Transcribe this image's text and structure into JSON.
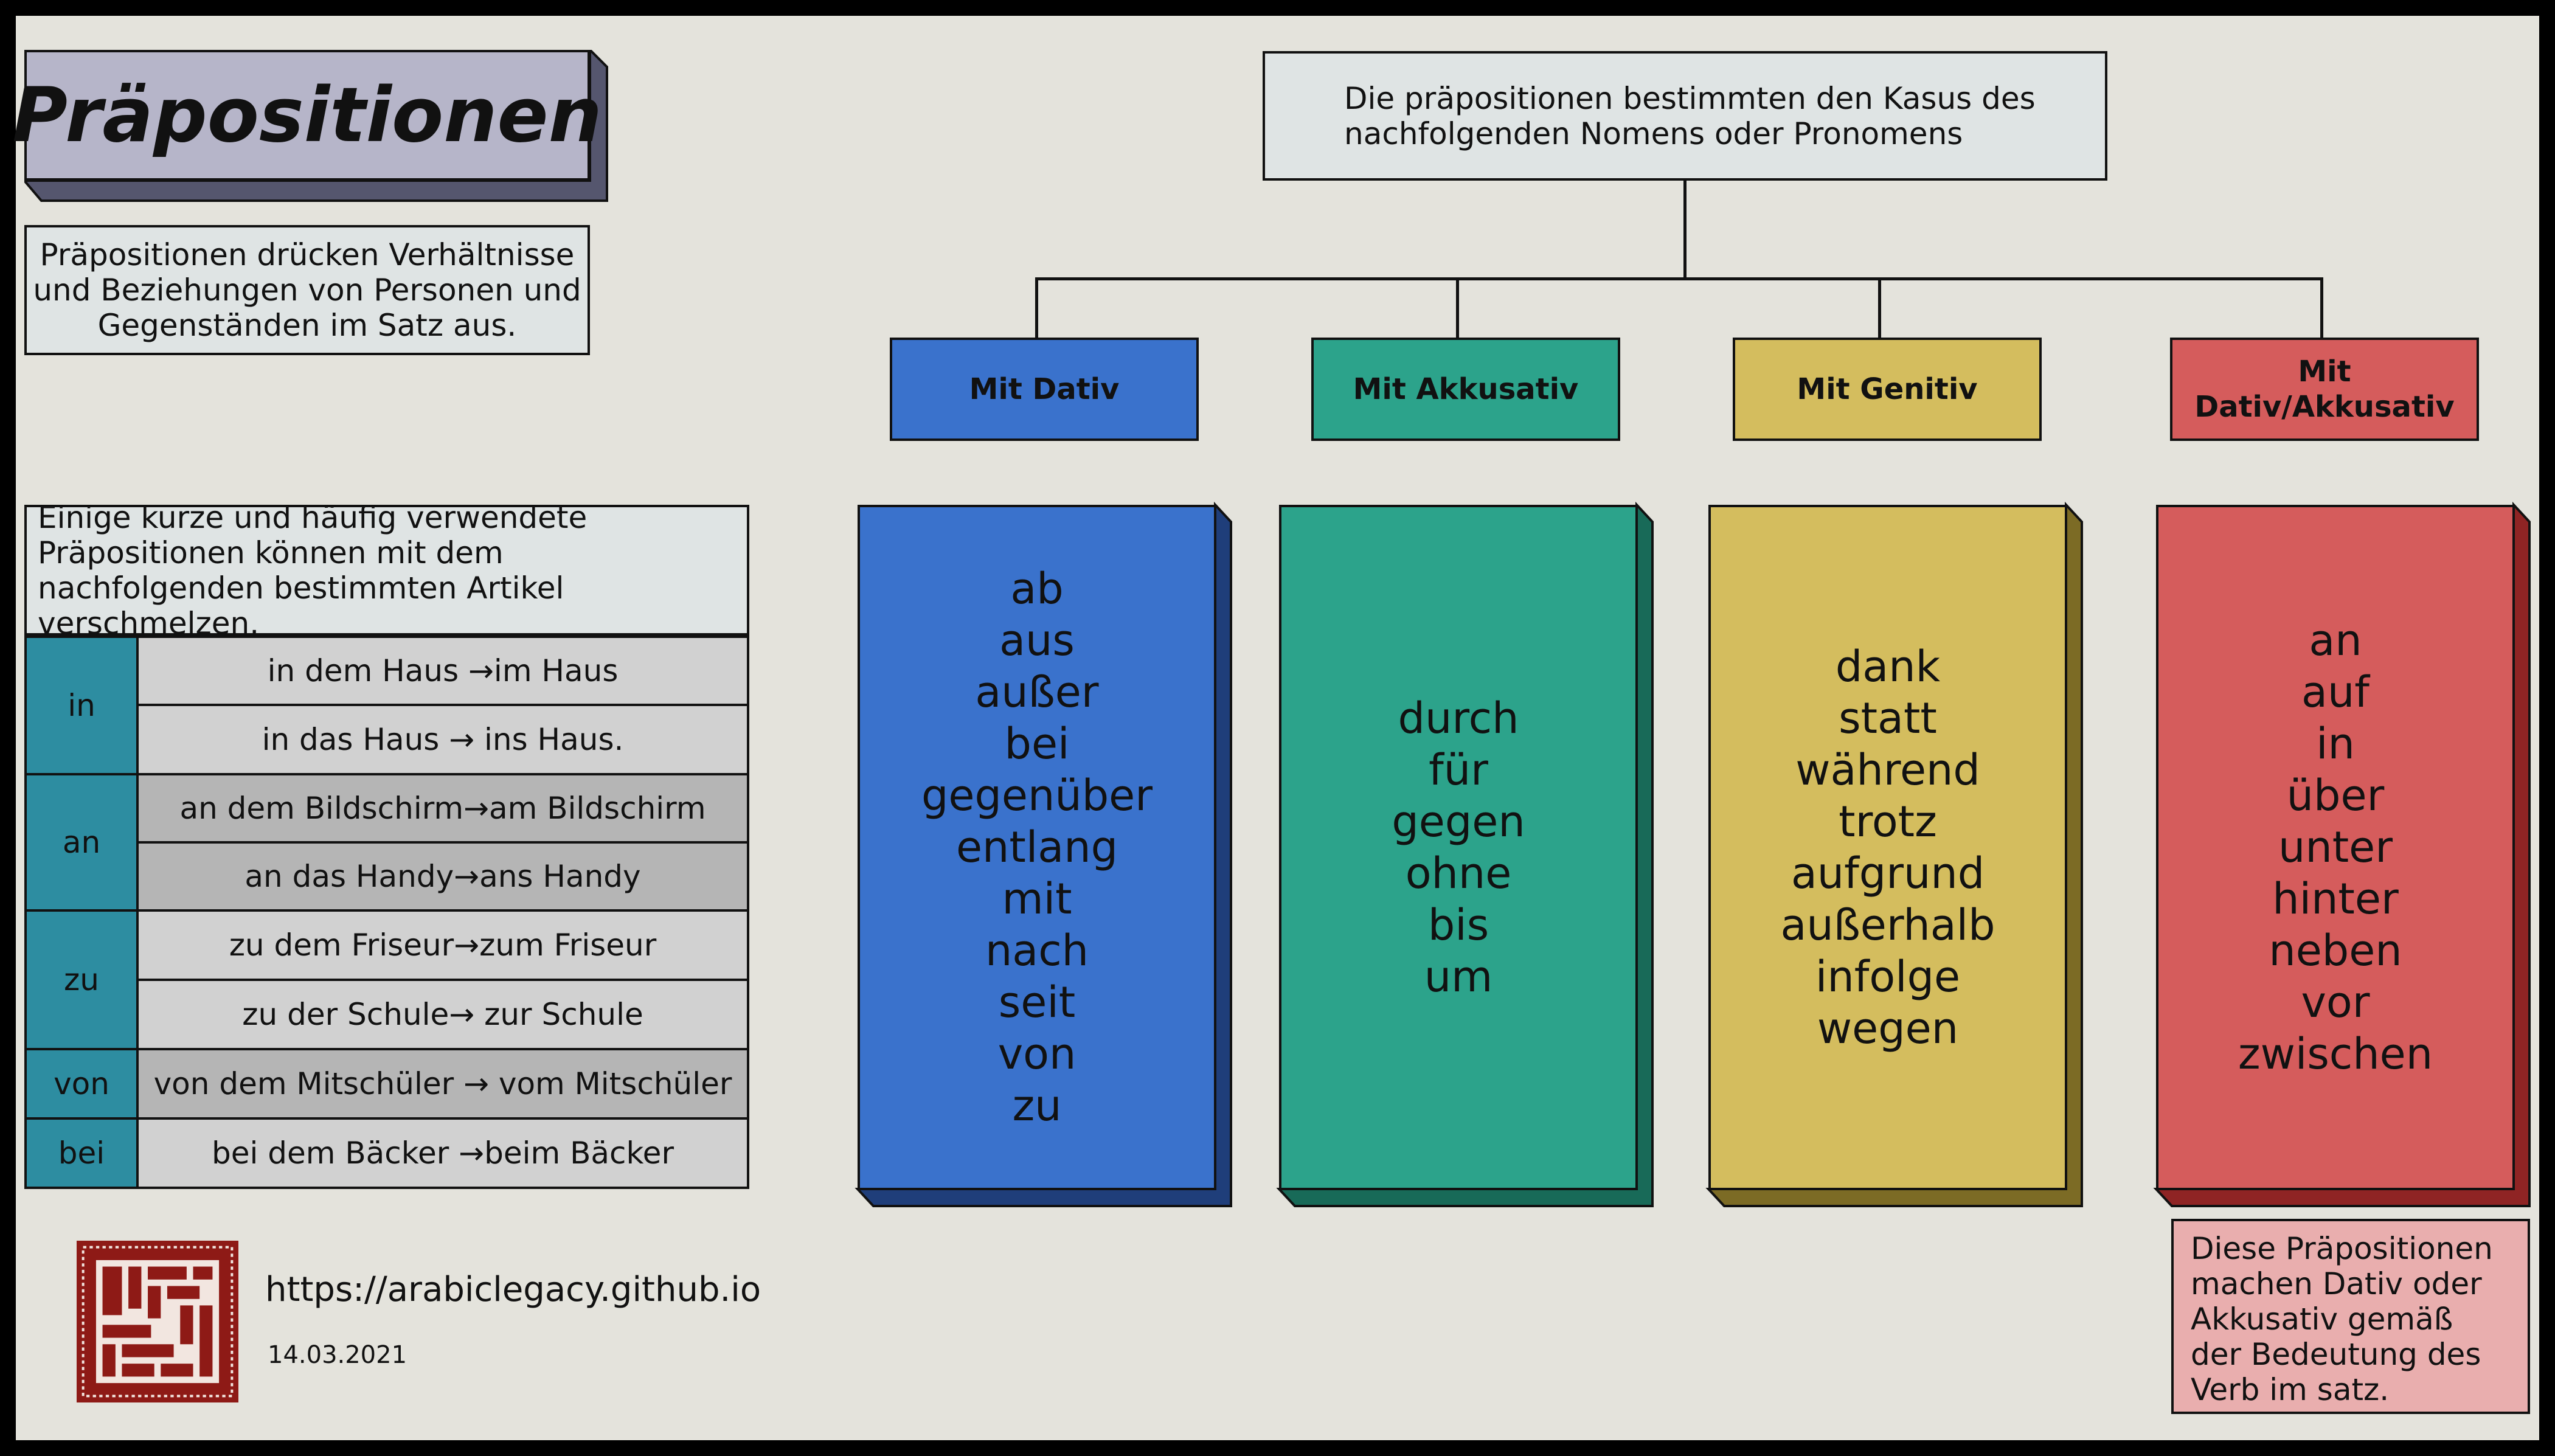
{
  "title": "Präpositionen",
  "intro": "Präpositionen drücken Verhältnisse und Beziehungen von Personen und Gegenständen im Satz aus.",
  "top_box": "Die präpositionen bestimmten den Kasus des nachfolgenden Nomens oder Pronomens",
  "categories": [
    {
      "header": "Mit Dativ",
      "color": "#3a72cc",
      "words": [
        "ab",
        "aus",
        "außer",
        "bei",
        "gegenüber",
        "entlang",
        "mit",
        "nach",
        "seit",
        "von",
        "zu"
      ]
    },
    {
      "header": "Mit Akkusativ",
      "color": "#2ca38b",
      "words": [
        "durch",
        "für",
        "gegen",
        "ohne",
        "bis",
        "um"
      ]
    },
    {
      "header": "Mit Genitiv",
      "color": "#d4bd5e",
      "words": [
        "dank",
        "statt",
        "während",
        "trotz",
        "aufgrund",
        "außerhalb",
        "infolge",
        "wegen"
      ]
    },
    {
      "header": "Mit Dativ/Akkusativ",
      "color": "#d55c5c",
      "words": [
        "an",
        "auf",
        "in",
        "über",
        "unter",
        "hinter",
        "neben",
        "vor",
        "zwischen"
      ]
    }
  ],
  "merge_note": "Einige kurze und häufig verwendete Präpositionen können mit dem nachfolgenden bestimmten Artikel verschmelzen.",
  "merge_table": [
    {
      "label": "in",
      "examples": [
        "in dem Haus →im Haus",
        "in das Haus → ins Haus."
      ]
    },
    {
      "label": "an",
      "examples": [
        "an dem Bildschirm→am Bildschirm",
        "an das Handy→ans Handy"
      ]
    },
    {
      "label": "zu",
      "examples": [
        "zu dem Friseur→zum Friseur",
        "zu der Schule→ zur Schule"
      ]
    },
    {
      "label": "von",
      "examples": [
        "von dem Mitschüler → vom Mitschüler"
      ]
    },
    {
      "label": "bei",
      "examples": [
        "bei dem Bäcker →beim Bäcker"
      ]
    }
  ],
  "dual_note": "Diese Präpositionen machen Dativ oder Akkusativ gemäß der Bedeutung des Verb im satz.",
  "footer": {
    "url": "https://arabiclegacy.github.io",
    "date": "14.03.2021",
    "logo_icon": "maze-logo-icon"
  }
}
